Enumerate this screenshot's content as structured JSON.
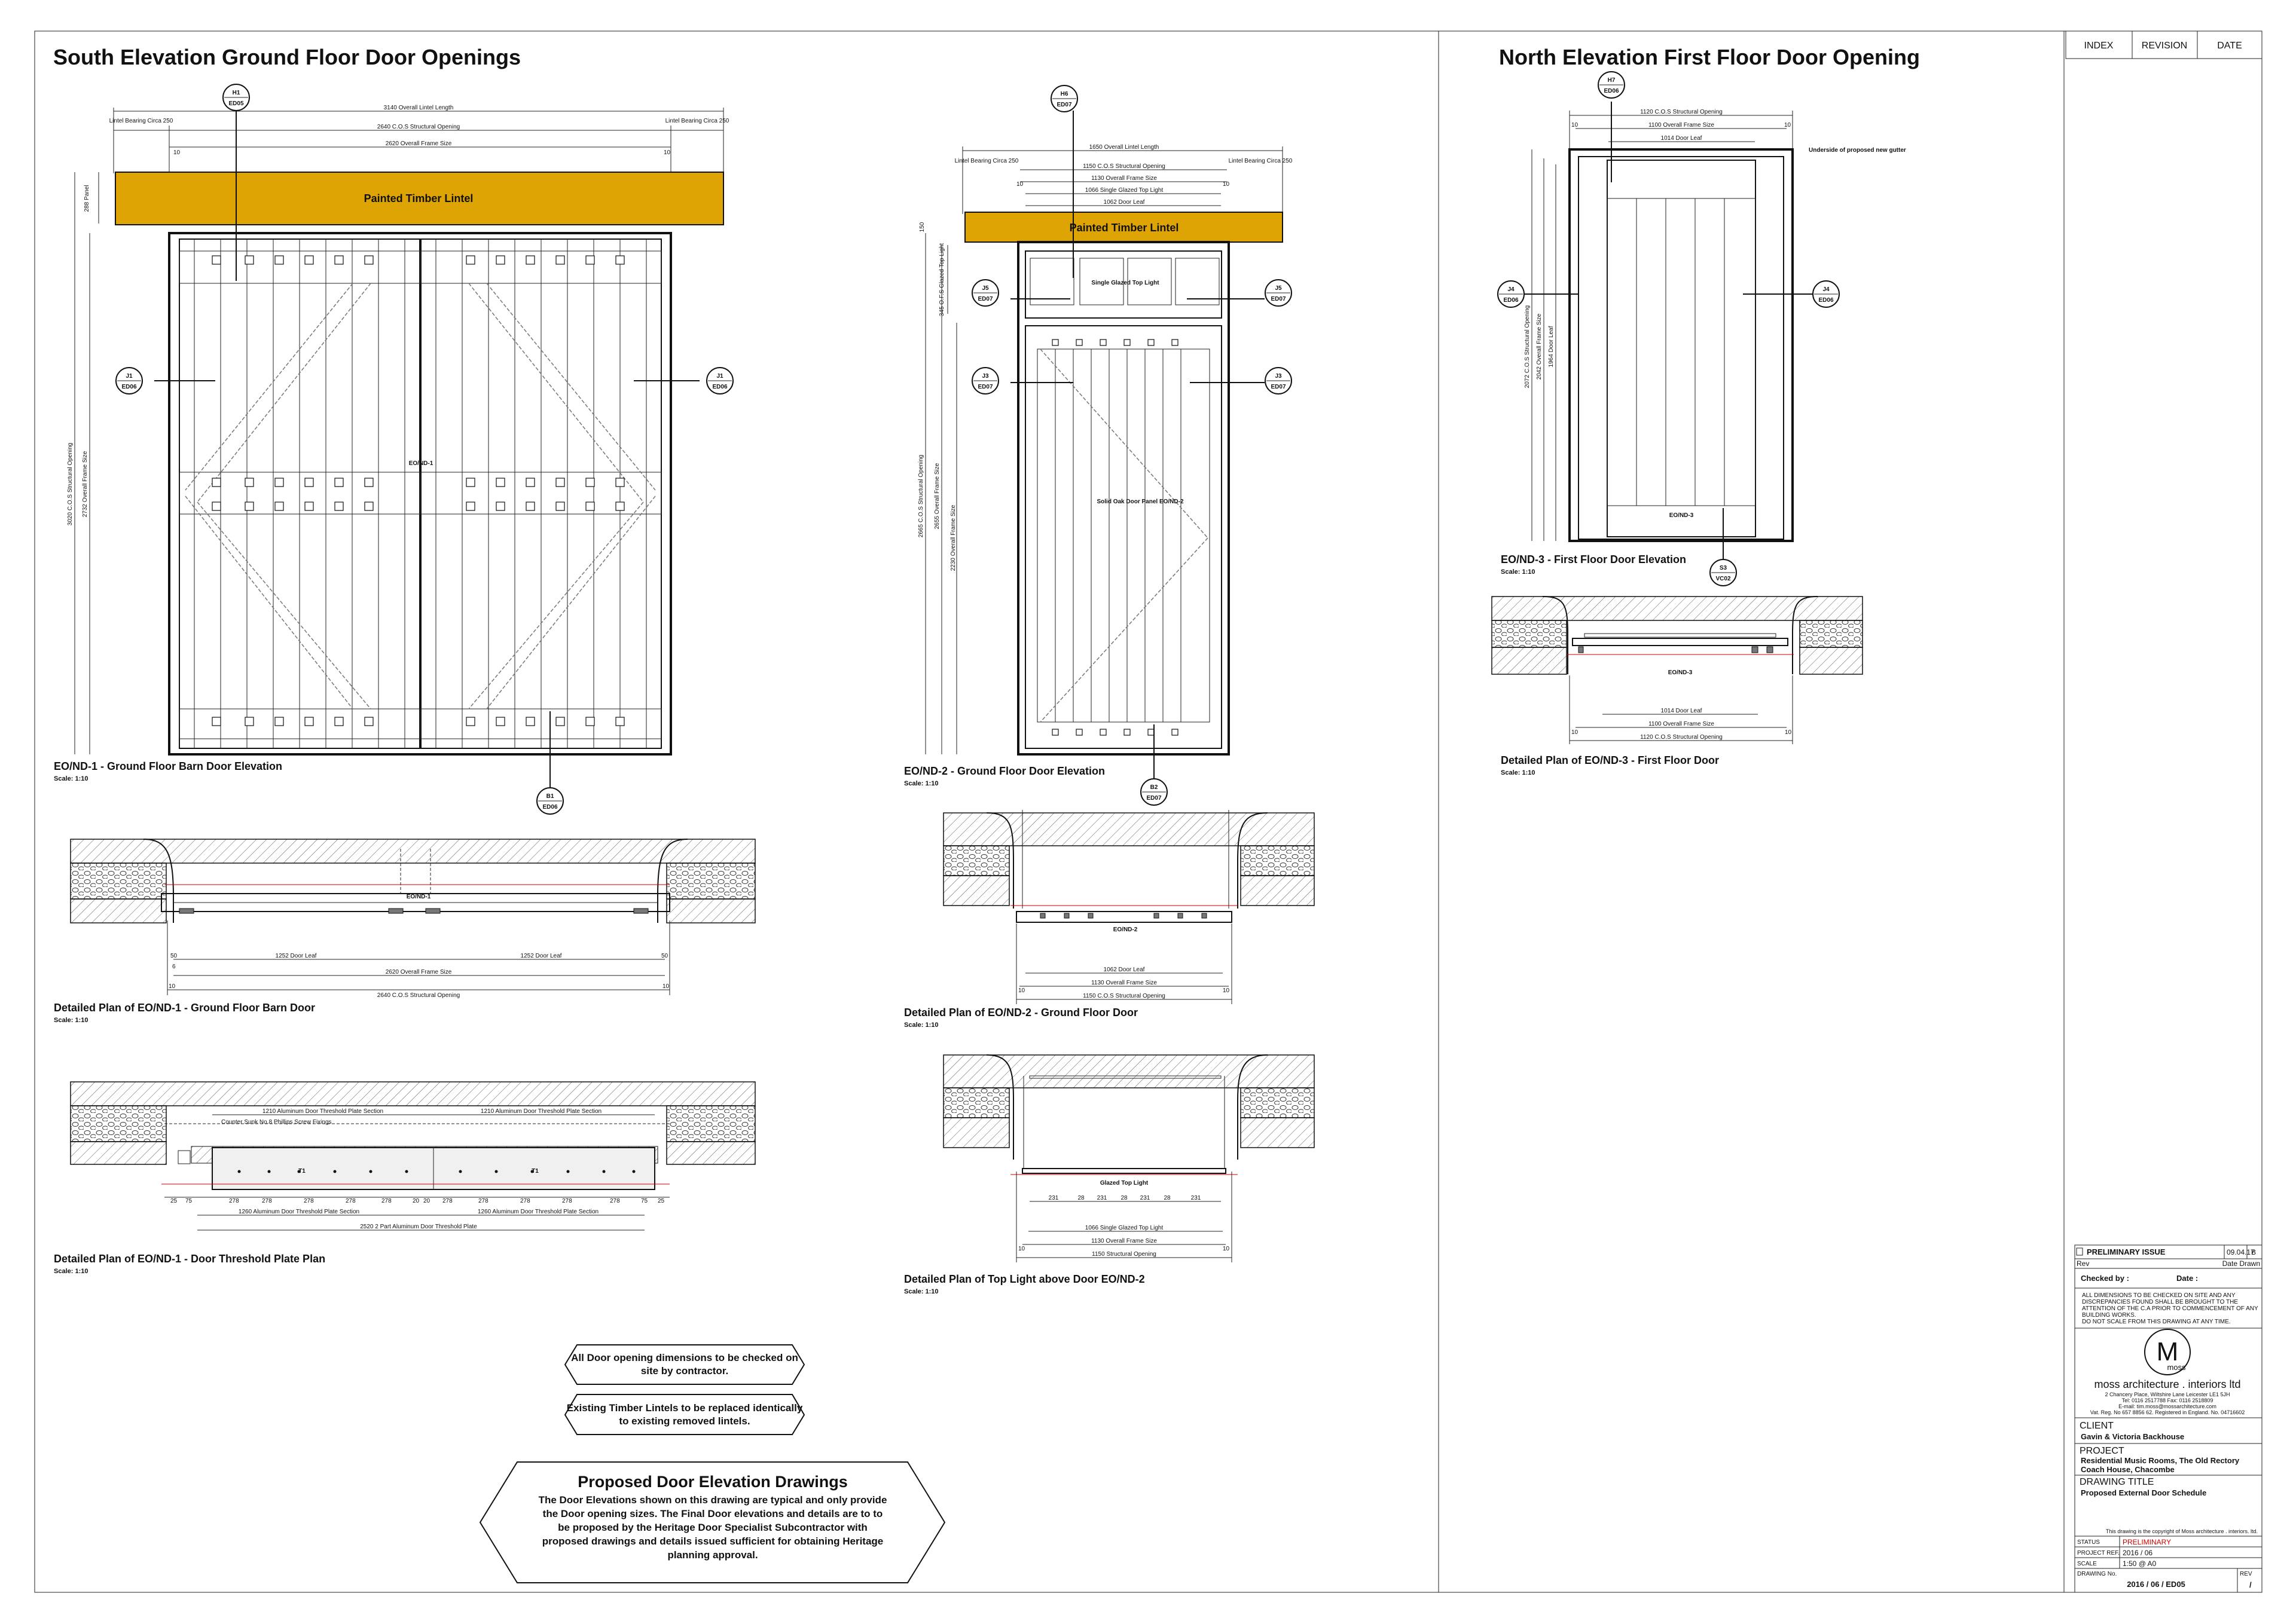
{
  "titles": {
    "south": "South Elevation Ground Floor Door Openings",
    "north": "North Elevation First Floor Door Opening"
  },
  "revision_header": {
    "index": "INDEX",
    "revision": "REVISION",
    "date": "DATE"
  },
  "drawings": {
    "nd1_elev": {
      "title": "EO/ND-1 - Ground Floor Barn Door Elevation",
      "scale": "Scale: 1:10",
      "tag": "EO/ND-1"
    },
    "nd2_elev": {
      "title": "EO/ND-2 - Ground Floor Door Elevation",
      "scale": "Scale: 1:10"
    },
    "nd3_elev": {
      "title": "EO/ND-3 - First Floor Door Elevation",
      "scale": "Scale: 1:10",
      "tag": "EO/ND-3"
    },
    "nd1_plan": {
      "title": "Detailed Plan of EO/ND-1 - Ground Floor Barn Door",
      "scale": "Scale: 1:10",
      "tag": "EO/ND-1"
    },
    "nd1_thr": {
      "title": "Detailed Plan of EO/ND-1 - Door Threshold Plate Plan",
      "scale": "Scale: 1:10"
    },
    "nd2_plan": {
      "title": "Detailed Plan of EO/ND-2 - Ground Floor Door",
      "scale": "Scale: 1:10",
      "tag": "EO/ND-2"
    },
    "top_light": {
      "title": "Detailed Plan of Top Light above Door EO/ND-2",
      "scale": "Scale: 1:10",
      "tag": "Glazed Top Light"
    },
    "nd3_plan": {
      "title": "Detailed Plan of EO/ND-3 - First Floor Door",
      "scale": "Scale: 1:10",
      "tag": "EO/ND-3"
    }
  },
  "nd1": {
    "lintel": "Painted Timber Lintel",
    "dim_overall_lintel": "3140 Overall Lintel Length",
    "dim_cos": "2640 C.O.S Structural Opening",
    "dim_frame": "2620 Overall Frame Size",
    "bearing": "Lintel Bearing Circa 250",
    "ten": "10",
    "panel": "288 Panel",
    "v_cos": "3020 C.O.S Structural Opening",
    "v_frame": "2732 Overall Frame Size"
  },
  "nd2": {
    "lintel": "Painted Timber Lintel",
    "top_light": "Single Glazed Top Light",
    "dim_lintel": "1650 Overall Lintel Length",
    "dim_cos": "1150 C.O.S Structural Opening",
    "dim_frame": "1130 Overall Frame Size",
    "dim_top": "1066 Single Glazed Top Light",
    "dim_leaf": "1062 Door Leaf",
    "bearing": "Lintel Bearing Circa 250",
    "ten": "10",
    "v_150": "150",
    "v_toplight": "345 O.F.S Glazed Top Light",
    "v_cos": "2665 C.O.S Structural Opening",
    "v_frame": "2655 Overall Frame Size",
    "v_leaf": "2230 Overall Frame Size",
    "panel_note": "Solid Oak Door Panel EO/ND-2"
  },
  "nd3": {
    "dim_cos": "1120 C.O.S Structural Opening",
    "dim_frame": "1100 Overall Frame Size",
    "dim_leaf": "1014 Door Leaf",
    "gutter": "Underside of proposed new gutter",
    "v_cos": "2072 C.O.S Structural Opening",
    "v_frame": "2042 Overall Frame Size",
    "v_leaf": "1964 Door Leaf",
    "ten": "10"
  },
  "nd1_plan_dims": {
    "leaf": "1252 Door Leaf",
    "frame": "2620 Overall Frame Size",
    "cos": "2640 C.O.S Structural Opening",
    "d50": "50",
    "d6": "6",
    "d10": "10"
  },
  "nd2_plan_dims": {
    "leaf": "1062 Door Leaf",
    "frame": "1130 Overall Frame Size",
    "cos": "1150 C.O.S Structural Opening",
    "d10": "10"
  },
  "top_light_dims": {
    "top": "1066 Single Glazed Top Light",
    "frame": "1130 Overall Frame Size",
    "cos": "1150 Structural Opening",
    "d231": "231",
    "d28": "28",
    "d10": "10"
  },
  "nd3_plan_dims": {
    "leaf": "1014 Door Leaf",
    "frame": "1100 Overall Frame Size",
    "cos": "1120 C.O.S Structural Opening",
    "d10": "10"
  },
  "threshold": {
    "section": "1210 Aluminum Door Threshold Plate Section",
    "screws": "Counter Sunk No.8 Phillips Screw Fixings",
    "t1": "T1",
    "d278": "278",
    "d25": "25",
    "d75": "75",
    "d20": "20",
    "plate_section": "1260 Aluminum Door Threshold Plate Section",
    "two_part": "2520 2 Part Aluminum Door Threshold Plate"
  },
  "callouts": [
    {
      "code": "H1",
      "ref": "ED05"
    },
    {
      "code": "J1",
      "ref": "ED06"
    },
    {
      "code": "J1",
      "ref": "ED06"
    },
    {
      "code": "B1",
      "ref": "ED06"
    },
    {
      "code": "H6",
      "ref": "ED07"
    },
    {
      "code": "J5",
      "ref": "ED07"
    },
    {
      "code": "J5",
      "ref": "ED07"
    },
    {
      "code": "J3",
      "ref": "ED07"
    },
    {
      "code": "J3",
      "ref": "ED07"
    },
    {
      "code": "B2",
      "ref": "ED07"
    },
    {
      "code": "H7",
      "ref": "ED06"
    },
    {
      "code": "J4",
      "ref": "ED06"
    },
    {
      "code": "J4",
      "ref": "ED06"
    },
    {
      "code": "S3",
      "ref": "VC02"
    }
  ],
  "notes": {
    "n1": [
      "All Door opening dimensions to be checked on",
      "site by contractor."
    ],
    "n2": [
      "Existing Timber Lintels to be replaced identically",
      "to existing removed lintels."
    ],
    "proposed_title": "Proposed Door Elevation Drawings",
    "proposed_body": [
      "The Door Elevations shown on this drawing are typical and only provide",
      "the Door opening sizes. The Final Door elevations and details are to to",
      "be proposed by the Heritage Door Specialist Subcontractor with",
      "proposed drawings and details issued sufficient for obtaining Heritage",
      "planning approval."
    ]
  },
  "title_block": {
    "issue": "PRELIMINARY ISSUE",
    "issue_date": "09.04.17",
    "issue_idx": "B",
    "rev": "Rev",
    "date_drawn": "Date  Drawn",
    "checked": "Checked by :",
    "date": "Date :",
    "disclaimer": [
      "ALL DIMENSIONS TO BE CHECKED ON SITE AND ANY",
      "DISCREPANCIES FOUND SHALL BE BROUGHT TO THE",
      "ATTENTION OF THE C.A PRIOR TO COMMENCEMENT OF ANY",
      "BUILDING WORKS.",
      "DO NOT SCALE FROM THIS DRAWING AT ANY TIME."
    ],
    "logo_letter": "M",
    "logo_word": "moss",
    "firm": "moss architecture . interiors ltd",
    "address": [
      "2 Chancery Place, Wiltshire Lane Leicester LE1 5JH",
      "Tel: 0116 2517788  Fax: 0116 2518809",
      "E-mail: tim.moss@mossarchitecture.com",
      "Vat. Reg. No 657 8856 62. Registered in England. No. 04716602"
    ],
    "client_label": "CLIENT",
    "client": "Gavin & Victoria Backhouse",
    "project_label": "PROJECT",
    "project": [
      "Residential Music Rooms, The Old Rectory",
      "Coach House, Chacombe"
    ],
    "dtitle_label": "DRAWING TITLE",
    "dtitle": "Proposed External Door Schedule",
    "copyright": "This drawing is the copyright of Moss architecture . interiors. ltd.",
    "status_label": "STATUS",
    "status": "PRELIMINARY",
    "ref_label": "PROJECT REF.",
    "ref": "2016 / 06",
    "scale_label": "SCALE",
    "scale": "1:50 @ A0",
    "dno_label": "DRAWING No.",
    "dno": "2016 / 06 / ED05",
    "rev_label": "REV",
    "rev_val": "/"
  },
  "colors": {
    "lintel": "#dea404",
    "accent_red": "#cc0000",
    "line": "#111111"
  }
}
